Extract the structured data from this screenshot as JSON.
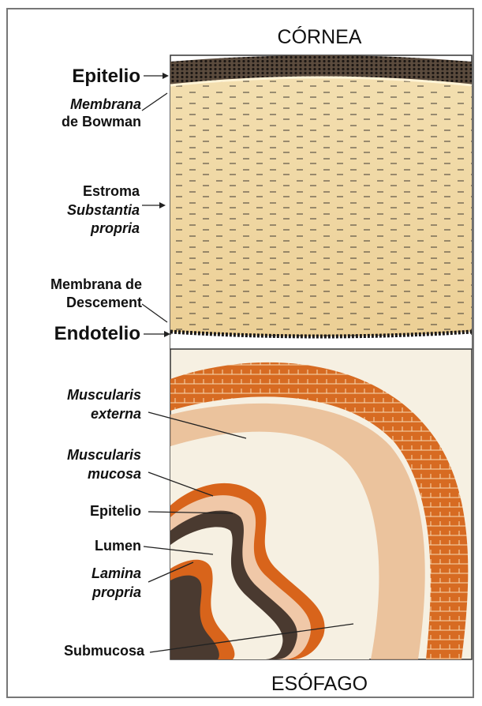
{
  "cornea": {
    "title": "CÓRNEA",
    "labels": {
      "epitelio": "Epitelio",
      "membrana_bowman_1": "Membrana",
      "membrana_bowman_2": "de Bowman",
      "estroma": "Estroma",
      "substantia": "Substantia",
      "propria": "propria",
      "membrana_descement_1": "Membrana de",
      "membrana_descement_2": "Descement",
      "endotelio": "Endotelio"
    }
  },
  "esofago": {
    "title": "ESÓFAGO",
    "labels": {
      "muscularis_externa_1": "Muscularis",
      "muscularis_externa_2": "externa",
      "muscularis_mucosa_1": "Muscularis",
      "muscularis_mucosa_2": "mucosa",
      "epitelio": "Epitelio",
      "lumen": "Lumen",
      "lamina_1": "Lamina",
      "lamina_2": "propria",
      "submucosa": "Submucosa"
    }
  },
  "colors": {
    "stroma": "#f2d9a4",
    "epithelium": "#2a2420",
    "muscle": "#d8641b",
    "submucosa": "#f6f0e2"
  }
}
